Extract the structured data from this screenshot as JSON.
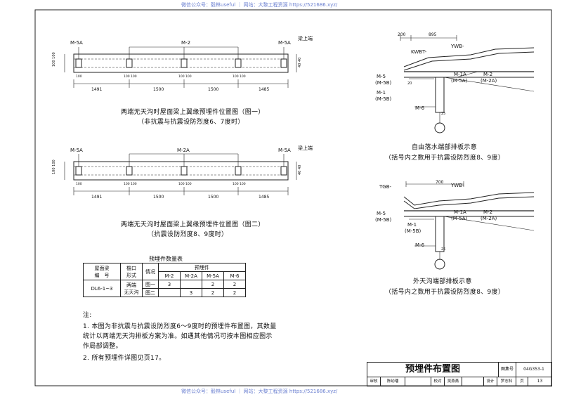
{
  "watermark": "微信公众号：毅林useful ｜ 网站：大黎工程资源 https://521686.xyz/",
  "fig1": {
    "labels": {
      "m5a_left": "M-5A",
      "m2": "M-2",
      "m5a_right": "M-5A",
      "beam_end": "梁上端"
    },
    "dims_bottom": [
      "1491",
      "1500",
      "1500",
      "1485"
    ],
    "caption": "两端无天沟时屋面梁上翼缘预埋件位置图（图一）",
    "subcaption": "（非抗震与抗震设防烈度6、7度时）"
  },
  "fig2": {
    "labels": {
      "m5a_left": "M-5A",
      "m2a": "M-2A",
      "m5a_right": "M-5A",
      "beam_end": "梁上端"
    },
    "dims_bottom": [
      "1491",
      "1500",
      "1500",
      "1485"
    ],
    "caption": "两端无天沟时屋面梁上翼缘预埋件位置图（图二）",
    "subcaption": "（抗震设防烈度8、9度时）"
  },
  "detail1": {
    "dims": [
      "200",
      "895"
    ],
    "labels": [
      "KWBT-",
      "YWB-",
      "M-5",
      "(M-5B)",
      "M-1A",
      "(M-5A)",
      "M-2",
      "(M-2A)",
      "M-1",
      "(M-5B)",
      "M-6",
      "25",
      "20"
    ],
    "caption": "自由落水端部排板示意",
    "subcaption": "（括号内之数用于抗震设防烈度8、9度）"
  },
  "detail2": {
    "dims": [
      "700"
    ],
    "labels": [
      "TGB-",
      "YWB-",
      "M-5",
      "(M-5B)",
      "M-1A",
      "(M-5A)",
      "M-2",
      "(M-2A)",
      "M-1",
      "(M-5B)",
      "M-6",
      "25"
    ],
    "caption": "外天沟端部排板示意",
    "subcaption": "（括号内之数用于抗震设防烈度8、9度）"
  },
  "table": {
    "title": "预埋件数量表",
    "head": {
      "beam": "屋面梁",
      "beam2": "编　号",
      "eave": "檐口",
      "eave2": "形式",
      "case": "情况",
      "embed": "预埋件"
    },
    "cols": [
      "M-2",
      "M-2A",
      "M-5A",
      "M-6"
    ],
    "beam_no": "DL6-1~3",
    "eave_form": "两端",
    "eave_form2": "无天沟",
    "rows": [
      {
        "case": "图一",
        "vals": [
          "3",
          "",
          "2",
          "2"
        ]
      },
      {
        "case": "图二",
        "vals": [
          "",
          "3",
          "2",
          "2"
        ]
      }
    ]
  },
  "notes": {
    "title": "注:",
    "lines": [
      "1. 本图为非抗震与抗震设防烈度6～9度时的预埋件布置图，其数量",
      "统计以两端无天沟排板方案为准。如遇其他情况可按本图相应图示",
      "作局部调整。",
      "2. 所有预埋件详图见页17。"
    ]
  },
  "title_block": {
    "title": "预埋件布置图",
    "atlas_label": "图集号",
    "atlas_no": "04G353-1",
    "row": [
      "审核",
      "陈幼璠",
      "校对",
      "吴燕燕",
      "设计",
      "罗志科"
    ],
    "page_label": "页",
    "page_no": "13"
  }
}
